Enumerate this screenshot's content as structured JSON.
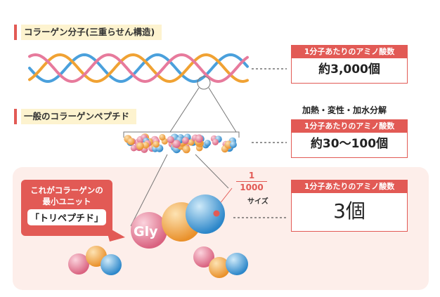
{
  "section1": {
    "heading": "コラーゲン分子(三重らせん構造)"
  },
  "section2": {
    "heading": "一般のコラーゲンペプチド"
  },
  "box1": {
    "header": "1分子あたりのアミノ酸数",
    "value": "約3,000個"
  },
  "box2": {
    "note": "加熱・変性・加水分解",
    "header": "1分子あたりのアミノ酸数",
    "value": "約30〜100個"
  },
  "box3": {
    "header": "1分子あたりのアミノ酸数",
    "value": "3個"
  },
  "callout": {
    "line1": "これがコラーゲンの",
    "line2": "最小ユニット",
    "line3": "「トリペプチド」"
  },
  "size": {
    "numerator": "1",
    "denominator": "1000",
    "unit": "サイズ"
  },
  "molecule": {
    "gly_label": "Gly"
  },
  "colors": {
    "accent": "#e25a55",
    "helix_blue": "#4aa0dc",
    "helix_pink": "#e77a9c",
    "helix_orange": "#f0a233",
    "heading_bg": "#fdf3cf",
    "bottom_bg": "#fdeeea"
  }
}
